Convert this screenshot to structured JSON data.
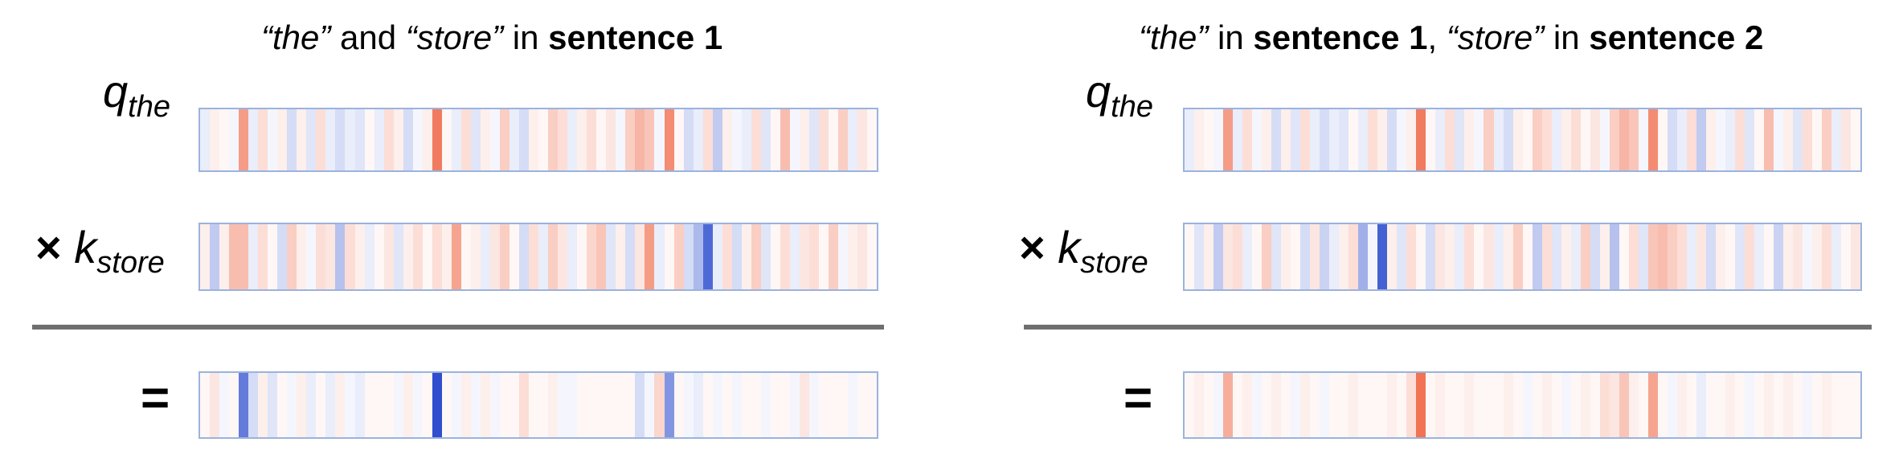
{
  "panels": [
    {
      "title": {
        "q_word": "“the”",
        "join": " and ",
        "k_word": "“store”",
        "in_text": " in ",
        "sentence": "sentence 1"
      },
      "q_label": {
        "var": "q",
        "sub": "the"
      },
      "k_label": {
        "op": "×",
        "var": "k",
        "sub": "store"
      },
      "eq_label": "=",
      "q_values": [
        -0.1,
        0.1,
        0.05,
        -0.05,
        0.6,
        -0.1,
        0.2,
        -0.05,
        0.1,
        -0.2,
        0.1,
        -0.15,
        0.2,
        -0.1,
        -0.2,
        -0.1,
        -0.15,
        0.05,
        -0.1,
        0.2,
        0.1,
        -0.2,
        -0.05,
        0.1,
        0.8,
        0.05,
        -0.1,
        0.2,
        -0.15,
        0.1,
        -0.05,
        0.3,
        -0.1,
        -0.2,
        0.1,
        0.05,
        0.3,
        0.2,
        -0.1,
        0.1,
        0.2,
        0.05,
        0.15,
        -0.05,
        0.3,
        0.45,
        0.35,
        -0.05,
        0.7,
        0.05,
        -0.2,
        -0.1,
        0.2,
        -0.3,
        0.1,
        -0.05,
        -0.1,
        0.2,
        -0.15,
        0.05,
        0.4,
        -0.05,
        0.1,
        -0.15,
        0.2,
        0.05,
        0.3,
        -0.1,
        0.15,
        0.05
      ],
      "k_values": [
        0.1,
        -0.3,
        0.1,
        0.4,
        0.4,
        -0.1,
        0.2,
        0.05,
        -0.2,
        0.3,
        0.1,
        -0.05,
        0.2,
        0.15,
        -0.35,
        0.2,
        0.1,
        -0.1,
        0.05,
        0.15,
        -0.15,
        0.1,
        0.2,
        0.05,
        0.2,
        0.1,
        0.55,
        0.05,
        0.1,
        -0.1,
        0.15,
        0.3,
        0.05,
        -0.2,
        0.2,
        -0.1,
        0.3,
        0.15,
        -0.1,
        0.05,
        0.25,
        0.35,
        -0.15,
        0.1,
        -0.2,
        0.15,
        0.6,
        -0.1,
        0.05,
        0.3,
        -0.2,
        -0.4,
        -0.85,
        -0.1,
        0.2,
        -0.2,
        0.1,
        0.3,
        -0.15,
        0.05,
        0.2,
        -0.1,
        0.15,
        0.2,
        0.05,
        0.3,
        -0.05,
        0.1,
        0.15,
        0.05
      ],
      "result_values": [
        0.05,
        0.15,
        -0.05,
        0.05,
        -0.75,
        -0.2,
        0.1,
        -0.15,
        0.05,
        -0.05,
        0.1,
        -0.1,
        0.05,
        -0.1,
        0.1,
        -0.05,
        -0.1,
        0.05,
        0.05,
        0.05,
        -0.05,
        0.1,
        -0.05,
        0.05,
        -1.0,
        0.05,
        -0.05,
        0.1,
        -0.05,
        0.1,
        -0.05,
        0.05,
        0.05,
        0.2,
        0.05,
        0.05,
        0.1,
        -0.05,
        -0.05,
        0.05,
        0.05,
        0.05,
        0.05,
        0.05,
        0.05,
        -0.2,
        -0.05,
        0.25,
        -0.6,
        0.05,
        -0.05,
        -0.1,
        0.05,
        -0.05,
        0.05,
        -0.05,
        0.05,
        0.05,
        -0.05,
        0.05,
        0.05,
        -0.05,
        0.15,
        -0.05,
        0.05,
        0.05,
        0.05,
        -0.05,
        0.05,
        0.05
      ]
    },
    {
      "title": {
        "q_word": "“the”",
        "in1": " in ",
        "sentence1": "sentence 1",
        "comma": ", ",
        "k_word": "“store”",
        "in2": " in ",
        "sentence2": "sentence 2"
      },
      "q_label": {
        "var": "q",
        "sub": "the"
      },
      "k_label": {
        "op": "×",
        "var": "k",
        "sub": "store"
      },
      "eq_label": "=",
      "q_values": [
        -0.1,
        0.1,
        0.05,
        -0.05,
        0.6,
        -0.1,
        0.2,
        -0.05,
        0.1,
        -0.2,
        0.1,
        -0.15,
        0.2,
        -0.1,
        -0.2,
        -0.1,
        -0.15,
        0.05,
        -0.1,
        0.2,
        0.1,
        -0.2,
        -0.05,
        0.1,
        0.8,
        0.05,
        -0.1,
        0.2,
        -0.15,
        0.1,
        -0.05,
        0.3,
        -0.1,
        -0.2,
        0.1,
        0.05,
        0.3,
        0.2,
        -0.1,
        0.1,
        0.2,
        0.05,
        0.15,
        -0.05,
        0.3,
        0.45,
        0.35,
        -0.05,
        0.7,
        0.05,
        -0.2,
        -0.1,
        0.2,
        -0.3,
        0.1,
        -0.05,
        -0.1,
        0.2,
        -0.15,
        0.05,
        0.4,
        -0.05,
        0.1,
        -0.15,
        0.2,
        0.05,
        0.3,
        -0.1,
        0.15,
        0.05
      ],
      "k_values": [
        0.05,
        -0.15,
        0.1,
        -0.3,
        0.15,
        0.2,
        -0.1,
        0.05,
        0.3,
        -0.15,
        0.1,
        0.05,
        -0.2,
        0.15,
        -0.25,
        -0.1,
        0.1,
        0.2,
        -0.45,
        -0.05,
        -0.9,
        0.1,
        -0.15,
        0.2,
        0.05,
        -0.2,
        0.15,
        0.1,
        -0.1,
        0.2,
        0.05,
        0.15,
        -0.1,
        0.1,
        0.3,
        0.05,
        -0.3,
        0.2,
        -0.15,
        0.1,
        -0.1,
        0.3,
        -0.2,
        0.1,
        -0.35,
        0.05,
        0.2,
        -0.15,
        0.35,
        0.4,
        0.3,
        0.2,
        -0.1,
        0.15,
        -0.2,
        0.1,
        0.05,
        -0.15,
        0.2,
        -0.1,
        0.05,
        -0.25,
        0.1,
        0.15,
        -0.05,
        0.1,
        0.2,
        -0.1,
        0.05,
        0.15
      ],
      "result_values": [
        0.05,
        0.1,
        0.05,
        -0.05,
        0.5,
        0.05,
        0.1,
        -0.05,
        0.05,
        0.1,
        0.05,
        -0.05,
        0.1,
        0.05,
        -0.05,
        0.05,
        0.05,
        0.1,
        0.05,
        0.05,
        0.05,
        0.1,
        0.05,
        0.2,
        0.85,
        0.05,
        0.1,
        0.05,
        0.05,
        0.1,
        0.05,
        0.05,
        0.05,
        0.1,
        0.05,
        -0.05,
        0.05,
        0.1,
        0.05,
        -0.05,
        0.05,
        0.1,
        0.05,
        0.2,
        0.15,
        0.35,
        0.1,
        0.05,
        0.55,
        0.05,
        -0.05,
        0.1,
        0.05,
        -0.1,
        0.05,
        0.05,
        0.1,
        0.05,
        -0.05,
        0.05,
        0.1,
        0.05,
        0.1,
        0.05,
        -0.05,
        0.05,
        0.1,
        0.05,
        0.05,
        0.05
      ]
    }
  ],
  "colors": {
    "positive": "#ee5a36",
    "negative": "#2f4fcf",
    "border": "#9bb3dd",
    "divider": "#6f6f6f"
  }
}
